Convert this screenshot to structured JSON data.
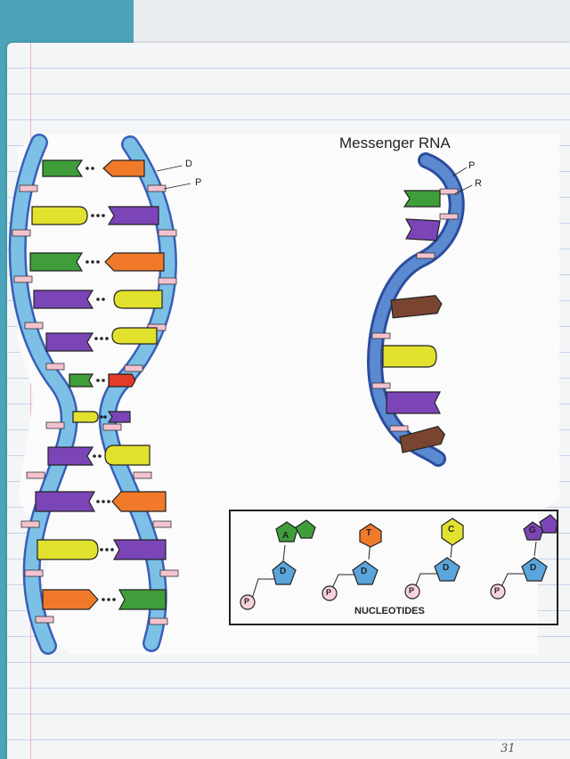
{
  "dna_labels": {
    "d": "D",
    "p": "P"
  },
  "rna": {
    "title": "Messenger RNA",
    "labels": {
      "p": "P",
      "r": "R"
    }
  },
  "nucleotides": {
    "caption": "NUCLEOTIDES",
    "items": [
      {
        "base": "A",
        "sugar": "D",
        "phosphate": "P"
      },
      {
        "base": "T",
        "sugar": "D",
        "phosphate": "P"
      },
      {
        "base": "C",
        "sugar": "D",
        "phosphate": "P"
      },
      {
        "base": "G",
        "sugar": "D",
        "phosphate": "P"
      }
    ]
  },
  "page_number": "31",
  "colors": {
    "backbone": "#6fb5dd",
    "backbone_dark": "#3a5fb8",
    "rung": "#f3c2cf",
    "adenine": "#3f9d3a",
    "thymine": "#f07a2a",
    "cytosine": "#e1e12e",
    "guanine": "#7b45b8",
    "uracil": "#7a4530",
    "sugar": "#5aa5db",
    "phosphate": "#f3c2cf"
  }
}
